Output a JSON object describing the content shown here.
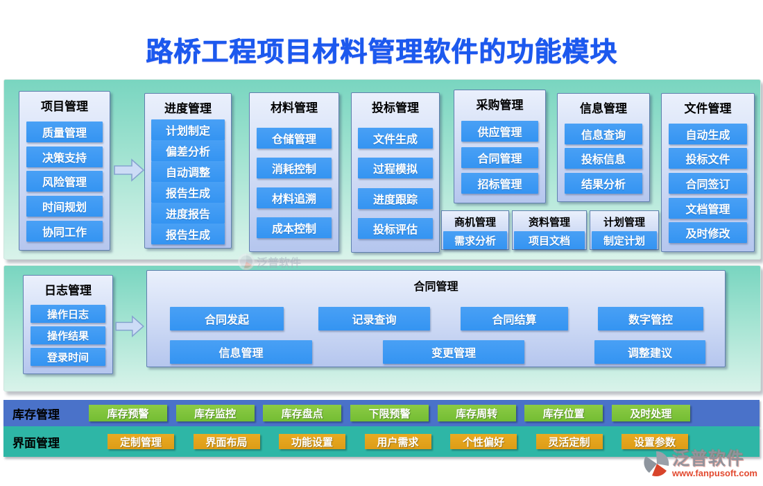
{
  "title": "路桥工程项目材料管理软件的功能模块",
  "colors": {
    "title_blue": "#1c59ee",
    "button_blue": "#3996f2",
    "section_teal_top": "#79d5c0",
    "section_teal_bottom": "#d9f3ea",
    "panel_blue_light": "#eaf0fc",
    "panel_blue_dark": "#b5c6ee",
    "inventory_row_bg": "#4a72c9",
    "interface_row_bg": "#2eb6a6",
    "green_button": "#7cc33f",
    "orange_button": "#e2a01c",
    "logo_red": "#e2492f",
    "logo_gray": "#90939c"
  },
  "module_grid": {
    "panels": [
      {
        "title": "项目管理",
        "items": [
          "质量管理",
          "决策支持",
          "风险管理",
          "时间规划",
          "协同工作"
        ]
      },
      {
        "title": "进度管理",
        "items": [
          "计划制定",
          "偏差分析",
          "自动调整",
          "报告生成",
          "进度报告",
          "报告生成"
        ]
      },
      {
        "title": "材料管理",
        "items": [
          "仓储管理",
          "消耗控制",
          "材料追溯",
          "成本控制"
        ]
      },
      {
        "title": "投标管理",
        "items": [
          "文件生成",
          "过程模拟",
          "进度跟踪",
          "投标评估"
        ]
      },
      {
        "title": "采购管理",
        "items": [
          "供应管理",
          "合同管理",
          "招标管理"
        ]
      },
      {
        "title": "信息管理",
        "items": [
          "信息查询",
          "投标信息",
          "结果分析"
        ]
      },
      {
        "title": "文件管理",
        "items": [
          "自动生成",
          "投标文件",
          "合同签订",
          "文档管理",
          "及时修改"
        ]
      }
    ],
    "mini_panels": [
      {
        "title": "商机管理",
        "item": "需求分析"
      },
      {
        "title": "资料管理",
        "item": "项目文档"
      },
      {
        "title": "计划管理",
        "item": "制定计划"
      }
    ]
  },
  "log_contract": {
    "log_panel": {
      "title": "日志管理",
      "items": [
        "操作日志",
        "操作结果",
        "登录时间"
      ]
    },
    "contract_panel": {
      "title": "合同管理",
      "row1": [
        "合同发起",
        "记录查询",
        "合同结算",
        "数字管控"
      ],
      "row2": [
        "信息管理",
        "变更管理",
        "调整建议"
      ]
    }
  },
  "bottom_rows": {
    "inventory": {
      "label": "库存管理",
      "items": [
        "库存预警",
        "库存监控",
        "库存盘点",
        "下限预警",
        "库存周转",
        "库存位置",
        "及时处理"
      ]
    },
    "interface": {
      "label": "界面管理",
      "items": [
        "定制管理",
        "界面布局",
        "功能设置",
        "用户需求",
        "个性偏好",
        "灵活定制",
        "设置参数"
      ]
    }
  },
  "watermark": {
    "text": "泛普软件"
  },
  "logo": {
    "name": "泛普软件",
    "url": "www.fanpusoft.com"
  }
}
